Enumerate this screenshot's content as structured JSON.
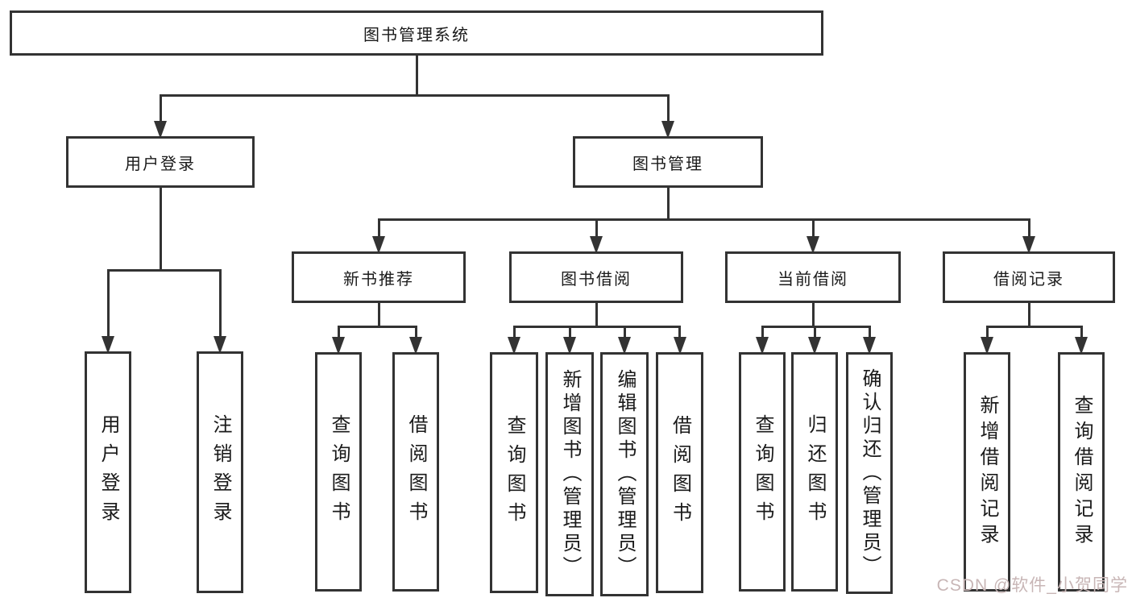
{
  "diagram": {
    "nodes": [
      {
        "id": "root",
        "label": "图书管理系统",
        "orientation": "h"
      },
      {
        "id": "login",
        "label": "用户登录",
        "orientation": "h"
      },
      {
        "id": "mgmt",
        "label": "图书管理",
        "orientation": "h"
      },
      {
        "id": "newrec",
        "label": "新书推荐",
        "orientation": "h"
      },
      {
        "id": "borrow",
        "label": "图书借阅",
        "orientation": "h"
      },
      {
        "id": "current",
        "label": "当前借阅",
        "orientation": "h"
      },
      {
        "id": "records",
        "label": "借阅记录",
        "orientation": "h"
      },
      {
        "id": "login-user",
        "label": "用户登录",
        "orientation": "v"
      },
      {
        "id": "login-logout",
        "label": "注销登录",
        "orientation": "v"
      },
      {
        "id": "newrec-query",
        "label": "查询图书",
        "orientation": "v"
      },
      {
        "id": "newrec-borrow",
        "label": "借阅图书",
        "orientation": "v"
      },
      {
        "id": "borrow-query",
        "label": "查询图书",
        "orientation": "v"
      },
      {
        "id": "borrow-add",
        "label": "新增图书（管理员）",
        "orientation": "v"
      },
      {
        "id": "borrow-edit",
        "label": "编辑图书（管理员）",
        "orientation": "v"
      },
      {
        "id": "borrow-borrow",
        "label": "借阅图书",
        "orientation": "v"
      },
      {
        "id": "current-query",
        "label": "查询图书",
        "orientation": "v"
      },
      {
        "id": "current-return",
        "label": "归还图书",
        "orientation": "v"
      },
      {
        "id": "current-confirm",
        "label": "确认归还（管理员）",
        "orientation": "v"
      },
      {
        "id": "records-add",
        "label": "新增借阅记录",
        "orientation": "v"
      },
      {
        "id": "records-query",
        "label": "查询借阅记录",
        "orientation": "v"
      }
    ],
    "edges": [
      {
        "from": "root",
        "to": [
          "login",
          "mgmt"
        ]
      },
      {
        "from": "login",
        "to": [
          "login-user",
          "login-logout"
        ]
      },
      {
        "from": "mgmt",
        "to": [
          "newrec",
          "borrow",
          "current",
          "records"
        ]
      },
      {
        "from": "newrec",
        "to": [
          "newrec-query",
          "newrec-borrow"
        ]
      },
      {
        "from": "borrow",
        "to": [
          "borrow-query",
          "borrow-add",
          "borrow-edit",
          "borrow-borrow"
        ]
      },
      {
        "from": "current",
        "to": [
          "current-query",
          "current-return",
          "current-confirm"
        ]
      },
      {
        "from": "records",
        "to": [
          "records-add",
          "records-query"
        ]
      }
    ]
  },
  "watermark": {
    "text": "CSDN @软件_小贺同学"
  },
  "colors": {
    "line": "#333333",
    "box_border": "#333333",
    "text": "#1a1a1a",
    "background": "#ffffff",
    "watermark": "#c8b6b6"
  }
}
